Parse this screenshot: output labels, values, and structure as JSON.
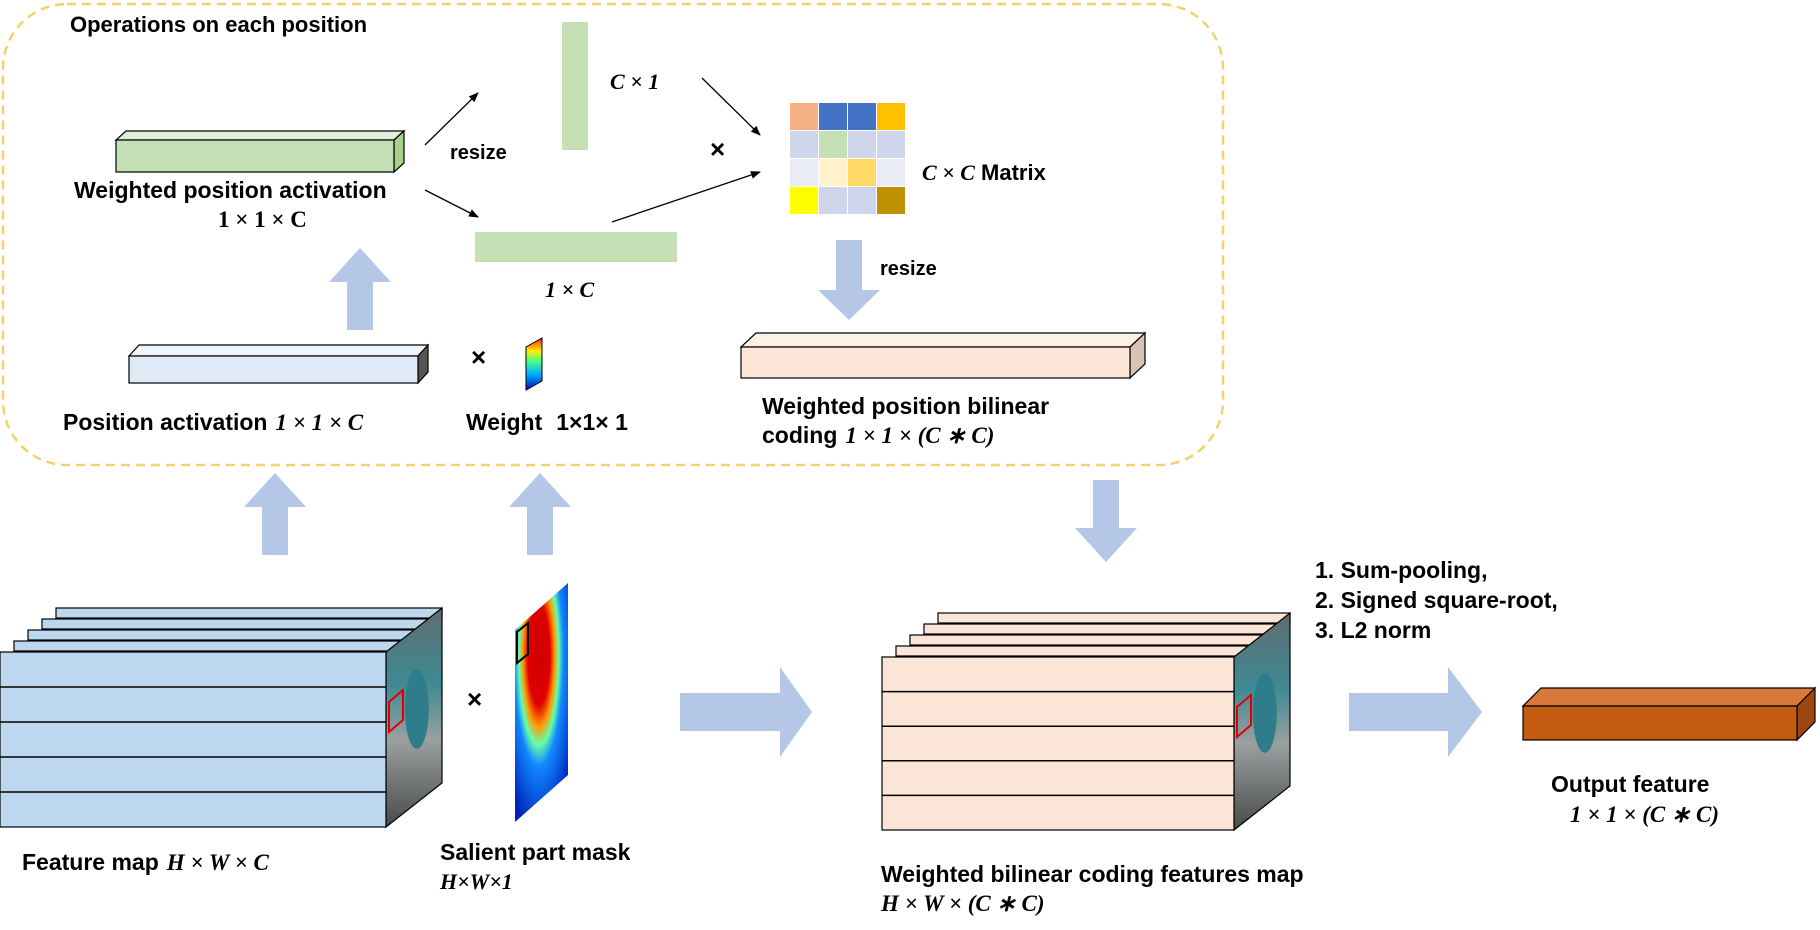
{
  "colors": {
    "frame": "#f2d26a",
    "arrow_big": "#b4c7e7",
    "vector_green": "#c5e0b4",
    "vector_light_blue": "#deebf7",
    "feature_blue": "#bdd7ee",
    "peach": "#fbe5d6",
    "output_orange": "#c55a11"
  },
  "labels": {
    "ops_title": "Operations on each position",
    "weighted_pos_act": "Weighted position activation",
    "weighted_pos_act_dim": "1 × 1 × C",
    "resize_left": "resize",
    "c_by_1": "C × 1",
    "one_by_c": "1 × C",
    "times": "×",
    "matrix_label_math": "C × C",
    "matrix_label_text": " Matrix",
    "resize_right": "resize",
    "pos_act": "Position activation",
    "pos_act_dim": "1 × 1 × C",
    "weight": "Weight",
    "weight_dim": "1×1× 1",
    "wpbc_line1": "Weighted position bilinear",
    "wpbc_line2_text": "coding",
    "wpbc_line2_dim": "1 × 1 × (C ∗ C)",
    "feature_map": "Feature map",
    "feature_map_dim": "H × W × C",
    "salient_mask": "Salient part mask",
    "salient_mask_dim": "H×W×1",
    "wbcf_map": "Weighted bilinear coding features map",
    "wbcf_map_dim": "H × W × (C ∗ C)",
    "step1": "1. Sum-pooling,",
    "step2": "2. Signed square-root,",
    "step3": "3. L2 norm",
    "output": "Output feature",
    "output_dim": "1 × 1 × (C ∗ C)"
  },
  "matrix": {
    "cells": [
      [
        "#f4b183",
        "#4472c4",
        "#4472c4",
        "#ffc000"
      ],
      [
        "#cfd5ea",
        "#c5e0b4",
        "#cfd5ea",
        "#cfd5ea"
      ],
      [
        "#e9ebf5",
        "#fff2cc",
        "#ffd966",
        "#e9ebf5"
      ],
      [
        "#ffff00",
        "#cfd5ea",
        "#cfd5ea",
        "#bf9000"
      ]
    ]
  }
}
